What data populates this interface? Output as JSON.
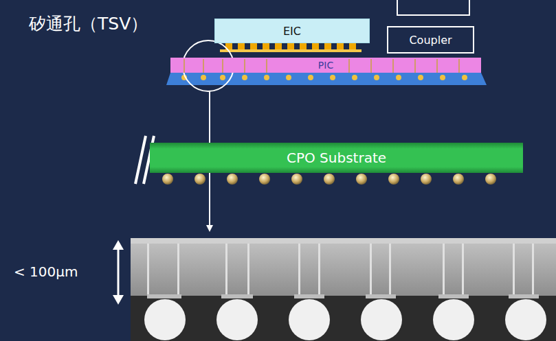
{
  "diagram": {
    "title": "矽通孔（TSV）",
    "nodes": [
      {
        "text": [
          "EIC"
        ]
      },
      {
        "text": [
          "Coupler"
        ]
      },
      {
        "text": [
          "PIC"
        ]
      },
      {
        "text": [
          "CPO Substrate"
        ]
      }
    ],
    "labels": [
      "< 100μm"
    ]
  }
}
